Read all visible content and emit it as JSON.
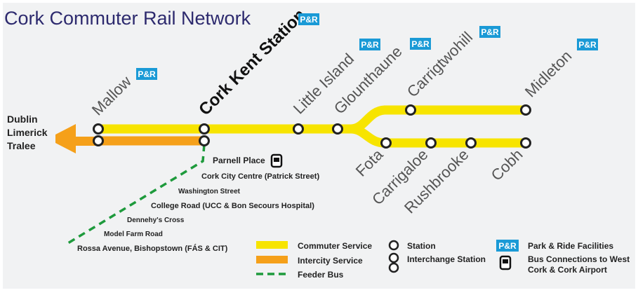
{
  "title": "Cork Commuter Rail Network",
  "destinations": [
    "Dublin",
    "Limerick",
    "Tralee"
  ],
  "stations": {
    "mallow": "Mallow",
    "cork_kent": "Cork Kent Station",
    "little_island": "Little Island",
    "glounthaune": "Glounthaune",
    "carrigtwohill": "Carrigtwohill",
    "midleton": "Midleton",
    "fota": "Fota",
    "carrigaloe": "Carrigaloe",
    "rushbrooke": "Rushbrooke",
    "cobh": "Cobh"
  },
  "park_ride_badge": "P&R",
  "feeder_stops": [
    "Parnell Place",
    "Cork City Centre (Patrick Street)",
    "Washington Street",
    "College Road (UCC & Bon Secours Hospital)",
    "Dennehy's Cross",
    "Model Farm Road",
    "Rossa Avenue, Bishopstown (FÁS & CIT)"
  ],
  "legend": {
    "commuter": "Commuter Service",
    "intercity": "Intercity Service",
    "feeder": "Feeder Bus",
    "station": "Station",
    "interchange": "Interchange Station",
    "park_ride": "Park & Ride Facilities",
    "bus_line1": "Bus Connections to West",
    "bus_line2": "Cork & Cork Airport"
  },
  "colors": {
    "commuter": "#f7e400",
    "intercity": "#f5a01a",
    "feeder": "#1e9a3c",
    "park_ride": "#1a9ad6",
    "title": "#2d2a6e"
  }
}
